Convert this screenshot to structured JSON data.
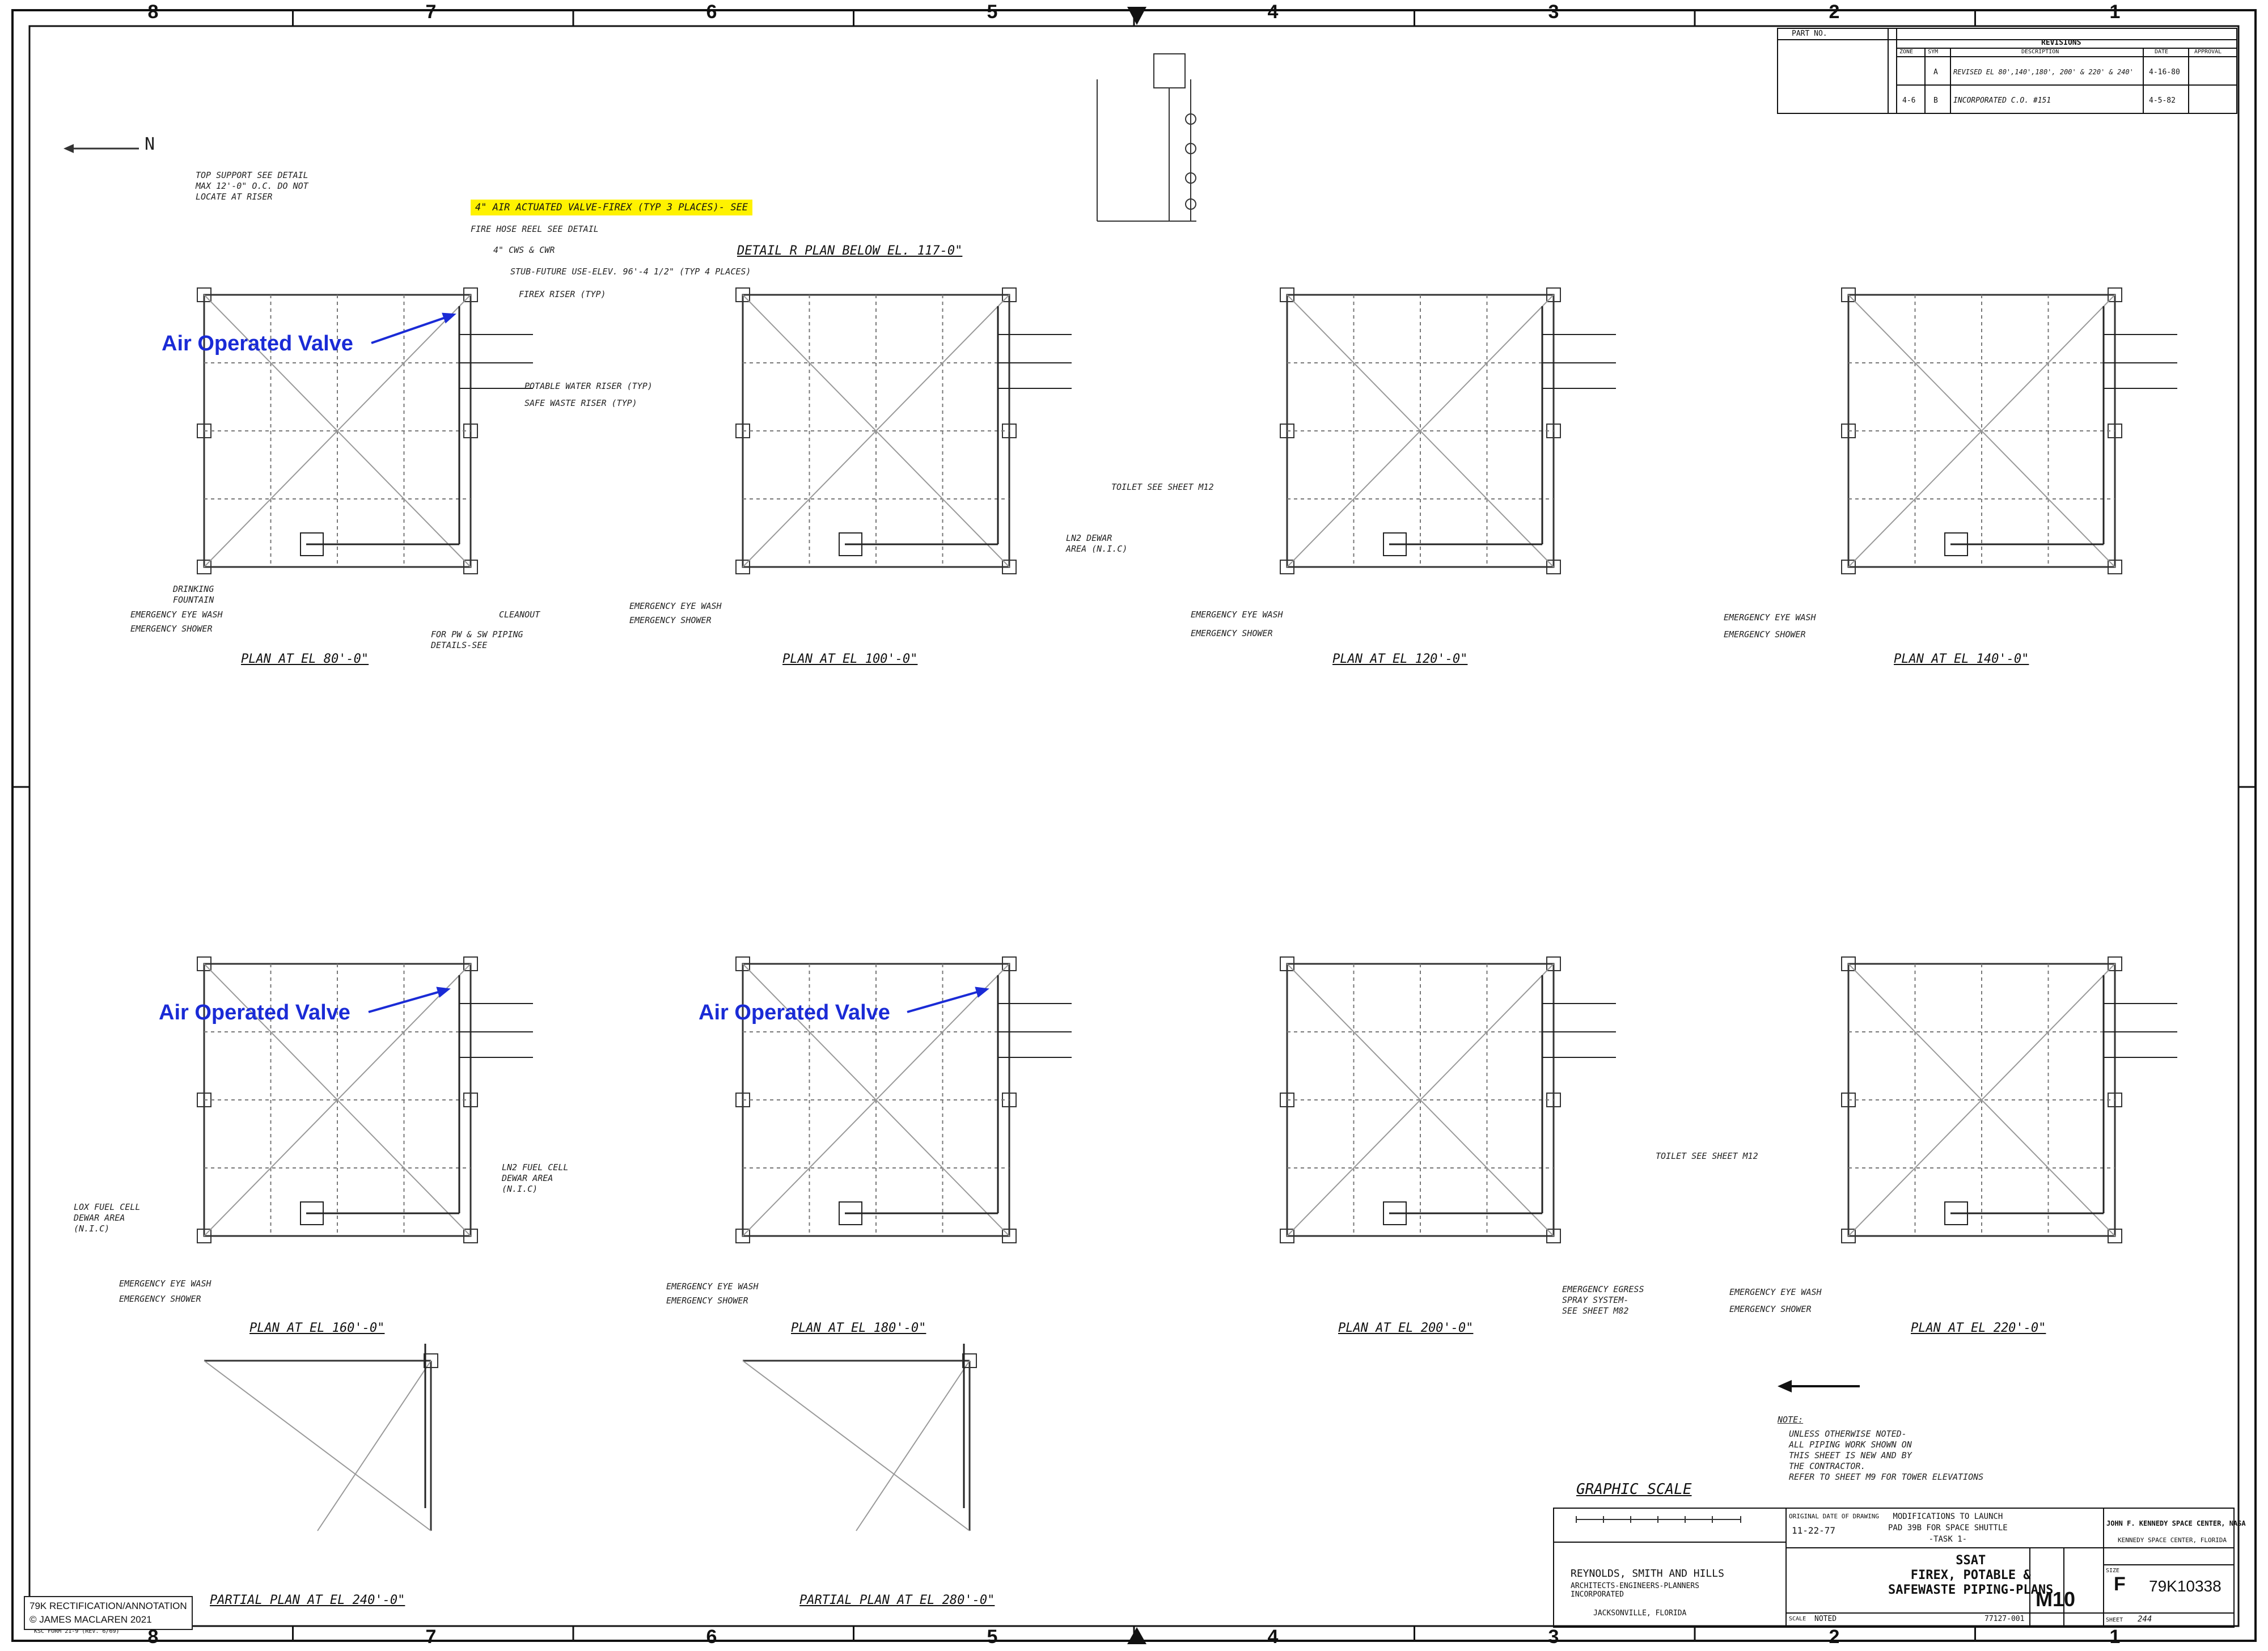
{
  "zones": [
    "8",
    "7",
    "6",
    "5",
    "4",
    "3",
    "2",
    "1"
  ],
  "north_label": "N",
  "highlight_note": "4\" AIR ACTUATED VALVE-FIREX (TYP 3 PLACES)- SEE",
  "annotations": {
    "air_operated_valve": "Air Operated Valve"
  },
  "plan_titles": [
    "PLAN AT EL 80'-0\"",
    "PLAN AT EL 100'-0\"",
    "PLAN AT EL 120'-0\"",
    "PLAN AT EL 140'-0\"",
    "PLAN AT EL 160'-0\"",
    "PLAN AT EL 180'-0\"",
    "PLAN AT EL 200'-0\"",
    "PLAN AT EL 220'-0\"",
    "PARTIAL PLAN AT EL 240'-0\"",
    "PARTIAL PLAN AT EL 280'-0\""
  ],
  "detail_title": "DETAIL R PLAN BELOW EL. 117-0\"",
  "labels": {
    "fire_hose_reel": "FIRE HOSE REEL SEE DETAIL",
    "cws_cwr": "4\" CWS & CWR",
    "stub": "STUB-FUTURE USE-ELEV. 96'-4 1/2\" (TYP 4 PLACES)",
    "firex_riser": "FIREX RISER (TYP)",
    "potable_riser": "POTABLE WATER RISER (TYP)",
    "safe_waste_riser": "SAFE WASTE RISER (TYP)",
    "top_supports": "TOP SUPPORT SEE DETAIL\nMAX 12'-0\" O.C. DO NOT\nLOCATE AT RISER",
    "drinking_fountain": "DRINKING\nFOUNTAIN",
    "emergency_eye_wash": "EMERGENCY EYE WASH",
    "emergency_shower": "EMERGENCY SHOWER",
    "cleanout": "CLEANOUT",
    "pw_sw_details": "FOR PW & SW PIPING\nDETAILS-SEE",
    "ln2_dewar": "LN2 DEWAR\nAREA (N.I.C)",
    "toilet": "TOILET SEE SHEET M12",
    "graphic_scale": "GRAPHIC SCALE",
    "note_head": "NOTE:",
    "note_body": "UNLESS OTHERWISE NOTED-\nALL PIPING WORK SHOWN ON\nTHIS SHEET IS NEW AND BY\nTHE CONTRACTOR.\nREFER TO SHEET M9 FOR TOWER ELEVATIONS",
    "emergency_egress": "EMERGENCY EGRESS\nSPRAY SYSTEM-\nSEE SHEET M82",
    "ln2_fuel_cell": "LN2 FUEL CELL\nDEWAR AREA\n(N.I.C)",
    "lox_fuel_cell": "LOX FUEL CELL\nDEWAR AREA\n(N.I.C)"
  },
  "revisions": {
    "header": "REVISIONS",
    "columns": [
      "ZONE",
      "SYM",
      "DESCRIPTION",
      "DATE",
      "APPROVAL"
    ],
    "rows": [
      {
        "zone": "",
        "sym": "A",
        "desc": "REVISED EL 80',140',180', 200' & 220' & 240'",
        "date": "4-16-80",
        "appr": ""
      },
      {
        "zone": "4-6",
        "sym": "B",
        "desc": "INCORPORATED C.O. #151",
        "date": "4-5-82",
        "appr": ""
      }
    ],
    "part_no": "PART NO."
  },
  "title_block": {
    "original_date_label": "ORIGINAL DATE OF DRAWING",
    "original_date": "11-22-77",
    "project": "MODIFICATIONS TO LAUNCH\nPAD 39B FOR SPACE SHUTTLE\n-TASK 1-",
    "center": "JOHN F. KENNEDY SPACE CENTER, NASA",
    "center_sub": "KENNEDY SPACE CENTER, FLORIDA",
    "firm": "REYNOLDS, SMITH AND HILLS",
    "firm_sub": "ARCHITECTS-ENGINEERS-PLANNERS\nINCORPORATED",
    "firm_city": "JACKSONVILLE, FLORIDA",
    "sheet_title": "SSAT\nFIREX, POTABLE &\nSAFEWASTE PIPING-PLANS",
    "size_label": "SIZE",
    "size": "F",
    "drawing_no": "79K10338",
    "sheet_id": "M10",
    "scale_label": "SCALE",
    "scale": "NOTED",
    "sheet_label": "SHEET",
    "sheet": "244",
    "code": "77127-001"
  },
  "credit": {
    "line1": "79K RECTIFICATION/ANNOTATION",
    "line2": "© JAMES MACLAREN 2021"
  },
  "form_no": "KSC FORM 21-9 (REV. 6/69)"
}
